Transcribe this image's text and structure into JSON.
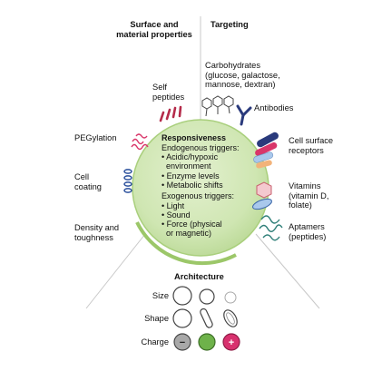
{
  "sections": {
    "surface": "Surface and\nmaterial properties",
    "targeting": "Targeting",
    "architecture": "Architecture"
  },
  "surface_items": {
    "self_peptides": "Self\npeptides",
    "pegylation": "PEGylation",
    "cell_coating": "Cell\ncoating",
    "density": "Density and\ntoughness"
  },
  "targeting_items": {
    "carbohydrates": "Carbohydrates\n(glucose, galactose,\nmannose, dextran)",
    "antibodies": "Antibodies",
    "receptors": "Cell surface\nreceptors",
    "vitamins": "Vitamins\n(vitamin D,\nfolate)",
    "aptamers": "Aptamers\n(peptides)"
  },
  "responsiveness": {
    "title": "Responsiveness",
    "endogenous_heading": "Endogenous triggers:",
    "endogenous": [
      "• Acidic/hypoxic\n  environment",
      "• Enzyme levels",
      "• Metabolic shifts"
    ],
    "exogenous_heading": "Exogenous triggers:",
    "exogenous": [
      "• Light",
      "• Sound",
      "• Force (physical\n  or magnetic)"
    ]
  },
  "architecture_rows": {
    "size": "Size",
    "shape": "Shape",
    "charge": "Charge"
  },
  "charge_symbols": {
    "negative": "−",
    "positive": "+"
  },
  "colors": {
    "sphere_fill": "#cfe6b2",
    "sphere_rim": "#9cc769",
    "pink": "#d9366a",
    "dark_blue": "#2a3a7c",
    "light_blue": "#a9c8ec",
    "orange": "#f2b37a",
    "teal": "#2f7f78",
    "hexagon": "#f4c9cf",
    "charge_neg": "#a8a8a8",
    "charge_neutral": "#6eb24a",
    "charge_pos": "#d8316e"
  }
}
